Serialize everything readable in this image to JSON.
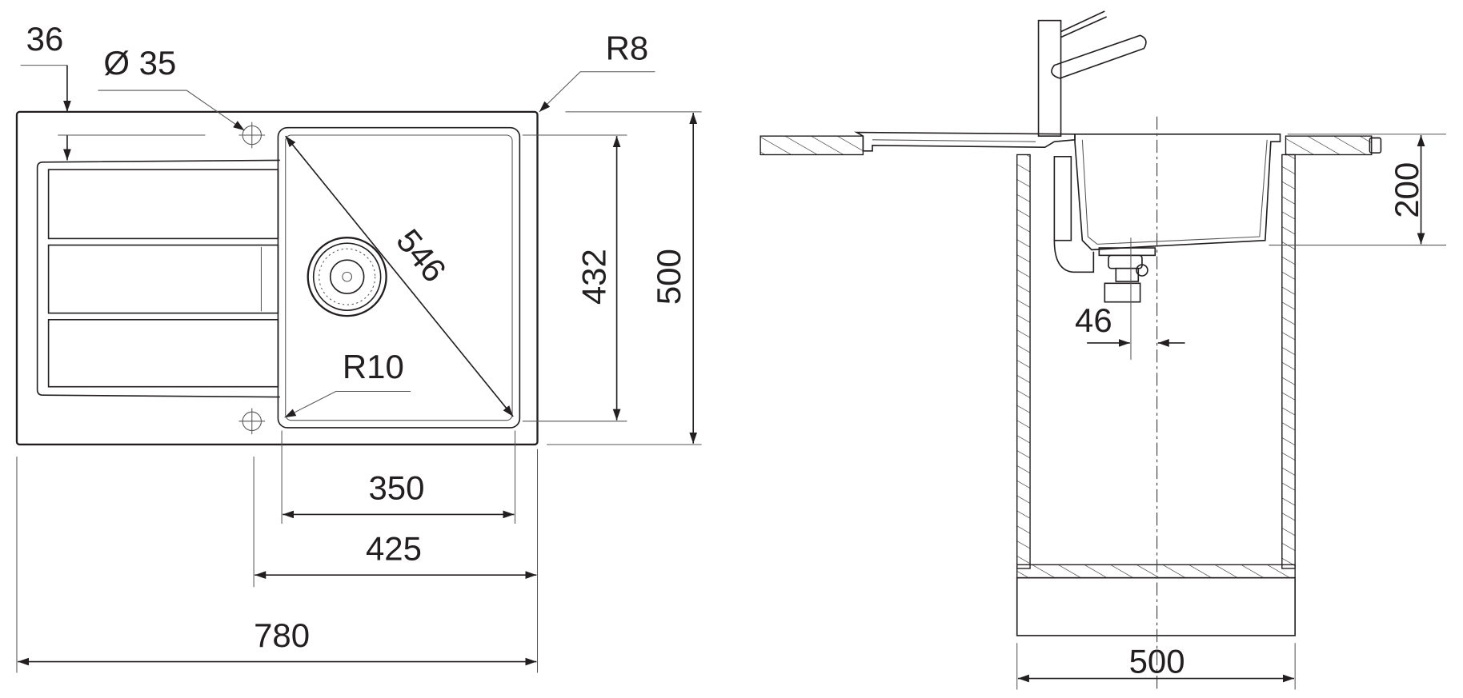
{
  "top_view": {
    "dimensions": {
      "offset": "36",
      "tap_hole": "Ø 35",
      "corner_radius_outer": "R8",
      "diagonal": "546",
      "corner_radius_bowl": "R10",
      "bowl_length": "432",
      "overall_depth": "500",
      "bowl_width": "350",
      "cutout_width": "425",
      "overall_width": "780"
    }
  },
  "side_view": {
    "dimensions": {
      "bowl_depth": "200",
      "drain_offset": "46",
      "cabinet_width": "500"
    }
  }
}
